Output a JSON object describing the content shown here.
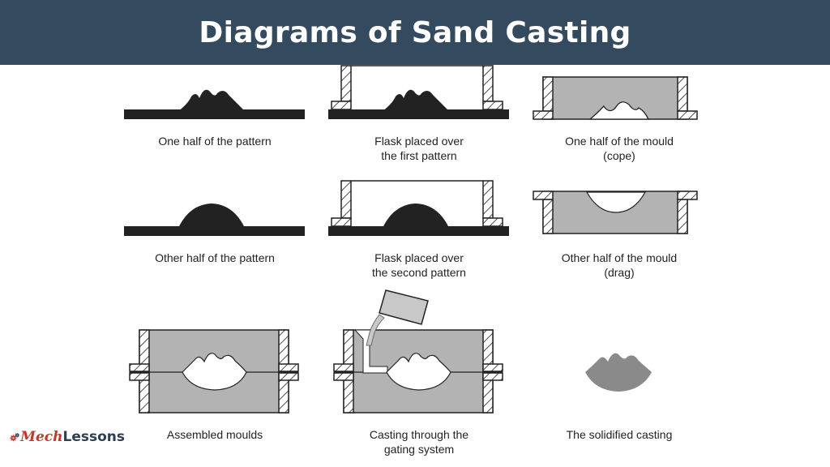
{
  "title": "Diagrams of Sand Casting",
  "captions": {
    "p1": [
      "One half of the pattern"
    ],
    "p2": [
      "Flask placed over",
      "the first pattern"
    ],
    "p3": [
      "One half of the mould",
      "(cope)"
    ],
    "p4": [
      "Other half of the pattern"
    ],
    "p5": [
      "Flask placed over",
      "the second pattern"
    ],
    "p6": [
      "Other half of the mould",
      "(drag)"
    ],
    "p7": [
      "Assembled moulds"
    ],
    "p8": [
      "Casting through the",
      "gating system"
    ],
    "p9": [
      "The solidified casting"
    ]
  },
  "logo": {
    "part1": "Mech",
    "part2": "Lessons"
  },
  "colors": {
    "header": "#344a5e",
    "sand": "#b3b3b3",
    "pattern": "#222222",
    "casting": "#8a8a8a",
    "logo_red": "#c0392b",
    "logo_dark": "#2c3e50"
  },
  "icons": {
    "logo": "gear-icon"
  }
}
